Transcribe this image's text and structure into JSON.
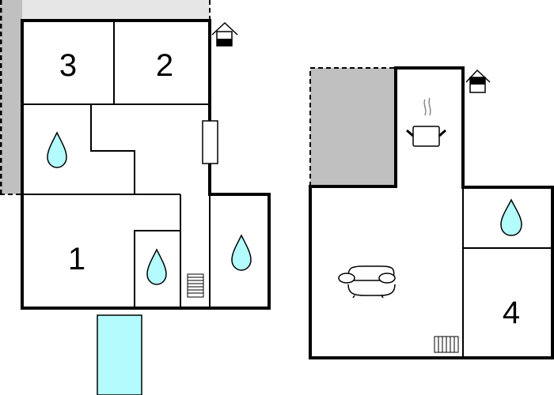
{
  "diagram": {
    "type": "floor-plan",
    "floors": [
      {
        "name": "ground-floor",
        "rooms": [
          {
            "id": "bedroom-3",
            "label": "3"
          },
          {
            "id": "bedroom-2",
            "label": "2"
          },
          {
            "id": "bedroom-1",
            "label": "1"
          }
        ],
        "icons": [
          "bathroom-drop-icon",
          "bathroom-drop-icon",
          "bathroom-drop-icon",
          "stairs-icon",
          "entrance-icon",
          "door-icon"
        ],
        "features": [
          "terrace",
          "pool"
        ]
      },
      {
        "name": "upper-floor",
        "rooms": [
          {
            "id": "bedroom-4",
            "label": "4"
          }
        ],
        "icons": [
          "kitchen-pot-icon",
          "sofa-icon",
          "bathroom-drop-icon",
          "stairs-icon",
          "entrance-icon"
        ],
        "features": [
          "terrace"
        ]
      }
    ],
    "colors": {
      "wall": "#000000",
      "water": "#b3fbfd",
      "terrace_dark": "#c0c0c0",
      "terrace_light": "#e6e6e6",
      "background": "#ffffff"
    }
  }
}
